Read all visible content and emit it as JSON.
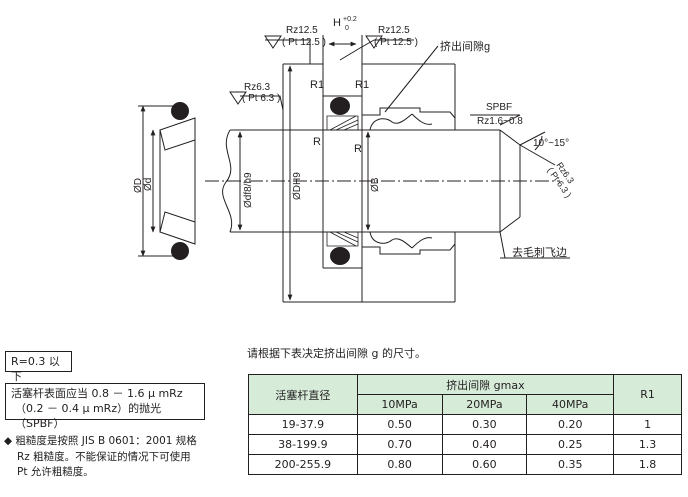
{
  "drawing": {
    "labels": {
      "rz_left_top": "Rz12.5",
      "pt_left_top": "( Pt 12.5 )",
      "h_label": "H",
      "h_tol_upper": "+0.2",
      "h_tol_lower": "0",
      "rz_right_top": "Rz12.5",
      "pt_right_top": "( Pt 12.5 )",
      "extrusion_gap": "挤出间隙g",
      "rz_63": "Rz6.3",
      "pt_63": "( Pt 6.3 )",
      "r1_left": "R1",
      "r1_right": "R1",
      "r_left": "R",
      "r_right": "R",
      "spbf": "SPBF",
      "rz_range": "Rz1.6~0.8",
      "angle": "10°~15°",
      "rz3": "Rz6.3",
      "pt3": "( Pt 6.3 )",
      "dia_D": "ØD",
      "dia_d": "Ød",
      "dia_df8": "Ødf8/h9",
      "dia_DH9": "ØDH9",
      "dia_B": "ØB",
      "deburr": "去毛刺飞边"
    }
  },
  "notes": {
    "r_note": "R=0.3 以下",
    "rod_finish_line1": "活塞杆表面应当 0.8 － 1.6 μ mRz",
    "rod_finish_line2": "（0.2 － 0.4 μ mRz）的抛光（SPBF）",
    "bullet_symbol": "◆",
    "roughness_line1": "粗糙度是按照 JIS B 0601：2001 规格",
    "roughness_line2": "Rz 粗糙度。不能保证的情况下可使用",
    "roughness_line3": "Pt 允许粗糙度。"
  },
  "table": {
    "intro": "请根据下表决定挤出间隙 g 的尺寸。",
    "col_rod": "活塞杆直径",
    "col_gap": "挤出间隙 gmax",
    "col_r1": "R1",
    "pressures": [
      "10MPa",
      "20MPa",
      "40MPa"
    ],
    "rows": [
      {
        "rod": "19-37.9",
        "p10": "0.50",
        "p20": "0.30",
        "p40": "0.20",
        "r1": "1"
      },
      {
        "rod": "38-199.9",
        "p10": "0.70",
        "p20": "0.40",
        "p40": "0.25",
        "r1": "1.3"
      },
      {
        "rod": "200-255.9",
        "p10": "0.80",
        "p20": "0.60",
        "p40": "0.35",
        "r1": "1.8"
      }
    ]
  }
}
